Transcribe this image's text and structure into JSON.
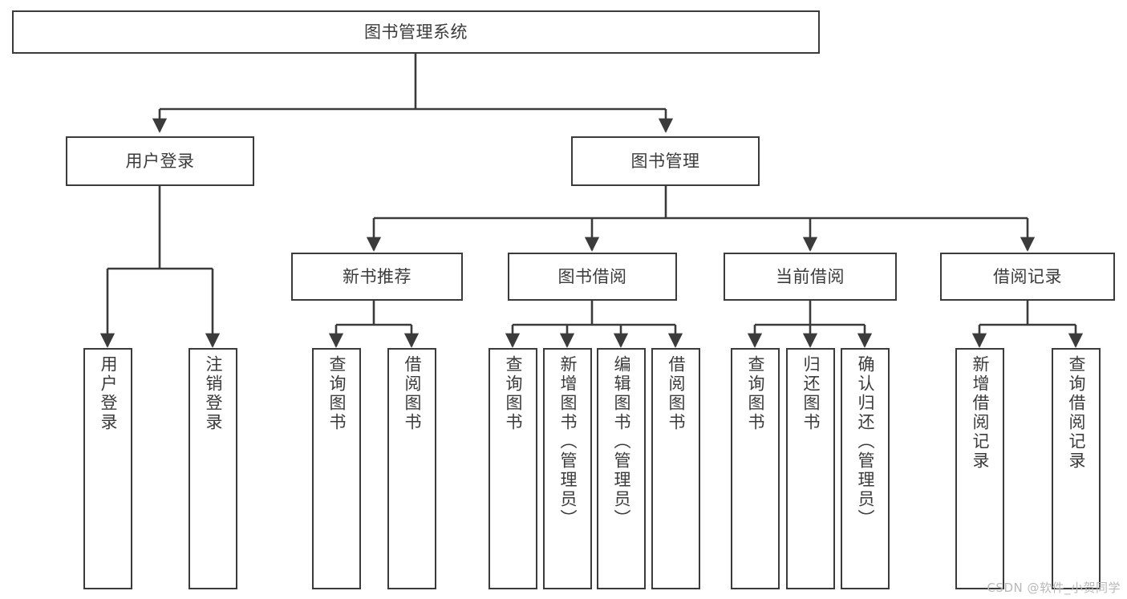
{
  "diagram": {
    "title": "图书管理系统",
    "type": "hierarchy-tree",
    "stroke_color": "#3b3b3b",
    "fill_color": "#ffffff",
    "nodes": {
      "root": {
        "label": "图书管理系统"
      },
      "level1": [
        {
          "id": "user-login",
          "label": "用户登录"
        },
        {
          "id": "book-manage",
          "label": "图书管理"
        }
      ],
      "level2": [
        {
          "id": "new-book-rec",
          "label": "新书推荐"
        },
        {
          "id": "book-borrow",
          "label": "图书借阅"
        },
        {
          "id": "current-borrow",
          "label": "当前借阅"
        },
        {
          "id": "borrow-record",
          "label": "借阅记录"
        }
      ],
      "leaves": {
        "user_login": [
          {
            "id": "leaf-user-login",
            "label": "用户登录"
          },
          {
            "id": "leaf-logout",
            "label": "注销登录"
          }
        ],
        "new_book_rec": [
          {
            "id": "leaf-query-book-1",
            "label": "查询图书"
          },
          {
            "id": "leaf-borrow-book-1",
            "label": "借阅图书"
          }
        ],
        "book_borrow": [
          {
            "id": "leaf-query-book-2",
            "label": "查询图书"
          },
          {
            "id": "leaf-add-book",
            "label": "新增图书（管理员）"
          },
          {
            "id": "leaf-edit-book",
            "label": "编辑图书（管理员）"
          },
          {
            "id": "leaf-borrow-book-2",
            "label": "借阅图书"
          }
        ],
        "current_borrow": [
          {
            "id": "leaf-query-book-3",
            "label": "查询图书"
          },
          {
            "id": "leaf-return-book",
            "label": "归还图书"
          },
          {
            "id": "leaf-confirm-return",
            "label": "确认归还（管理员）"
          }
        ],
        "borrow_record": [
          {
            "id": "leaf-add-record",
            "label": "新增借阅记录"
          },
          {
            "id": "leaf-query-record",
            "label": "查询借阅记录"
          }
        ]
      }
    }
  },
  "watermark": {
    "text": "CSDN @软件_小贺同学"
  }
}
